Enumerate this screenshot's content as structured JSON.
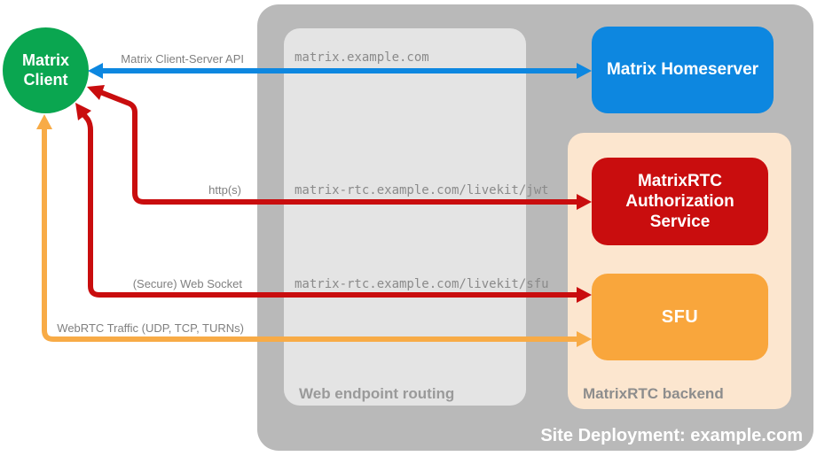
{
  "containers": {
    "site_deployment": {
      "label": "Site Deployment: example.com",
      "color": "#b9b9b9"
    },
    "web_endpoint_routing": {
      "label": "Web endpoint routing",
      "color": "#e4e4e4"
    },
    "matrixrtc_backend": {
      "label": "MatrixRTC backend",
      "color": "#fce6cf"
    }
  },
  "nodes": {
    "matrix_client": {
      "label": "Matrix Client",
      "color": "#0aa650"
    },
    "matrix_homeserver": {
      "label": "Matrix Homeserver",
      "color": "#0d87e0"
    },
    "matrixrtc_auth_service": {
      "label": "MatrixRTC Authorization Service",
      "color": "#c90d0e"
    },
    "sfu": {
      "label": "SFU",
      "color": "#f9a63c"
    }
  },
  "connections": [
    {
      "label": "Matrix Client-Server API",
      "endpoint": "matrix.example.com",
      "from": "Matrix Client",
      "to": "Matrix Homeserver",
      "bidirectional": true,
      "color": "#0d87e0"
    },
    {
      "label": "http(s)",
      "endpoint": "matrix-rtc.example.com/livekit/jwt",
      "from": "Matrix Client",
      "to": "MatrixRTC Authorization Service",
      "bidirectional": true,
      "color": "#c90d0e"
    },
    {
      "label": "(Secure) Web Socket",
      "endpoint": "matrix-rtc.example.com/livekit/sfu",
      "from": "Matrix Client",
      "to": "SFU",
      "bidirectional": true,
      "color": "#c90d0e"
    },
    {
      "label": "WebRTC Traffic (UDP, TCP, TURNs)",
      "endpoint": "",
      "from": "Matrix Client",
      "to": "SFU",
      "bidirectional": true,
      "color": "#f8ab46"
    }
  ]
}
